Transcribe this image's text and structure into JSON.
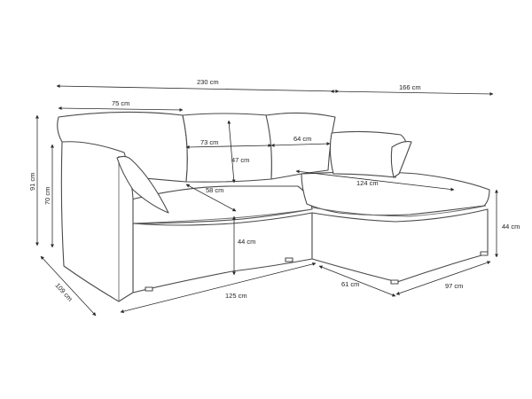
{
  "dimensions": {
    "total_width": "230 cm",
    "chaise_width": "166 cm",
    "left_cushion_width": "75 cm",
    "seat_width_left": "73 cm",
    "seat_width_right": "64 cm",
    "backrest_height": "47 cm",
    "total_height": "91 cm",
    "armrest_height": "70 cm",
    "seat_depth": "58 cm",
    "chaise_length": "124 cm",
    "seat_height": "44 cm",
    "chaise_height": "44 cm",
    "total_depth": "109 cm",
    "front_width": "125 cm",
    "chaise_front_depth": "61 cm",
    "chaise_side": "97 cm"
  }
}
